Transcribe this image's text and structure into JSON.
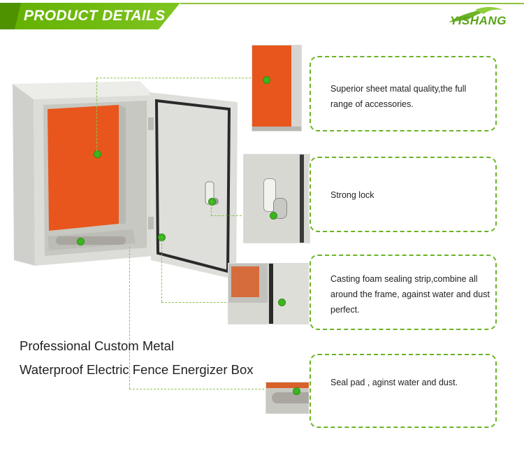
{
  "header": {
    "title": "PRODUCT DETAILS",
    "logo": "YISHANG"
  },
  "callouts": [
    {
      "text": "Superior sheet matal quality,the full range of accessories."
    },
    {
      "text": "Strong lock"
    },
    {
      "text": "Casting foam sealing strip,combine all around the frame, against water and dust perfect."
    },
    {
      "text": "Seal pad , aginst water and dust."
    }
  ],
  "product": {
    "title_line1": "Professional Custom Metal",
    "title_line2": "Waterproof Electric Fence Energizer Box"
  },
  "colors": {
    "accent": "#6ab426",
    "cabinet_grey": "#d9d9d5",
    "panel_orange": "#e8561e"
  }
}
